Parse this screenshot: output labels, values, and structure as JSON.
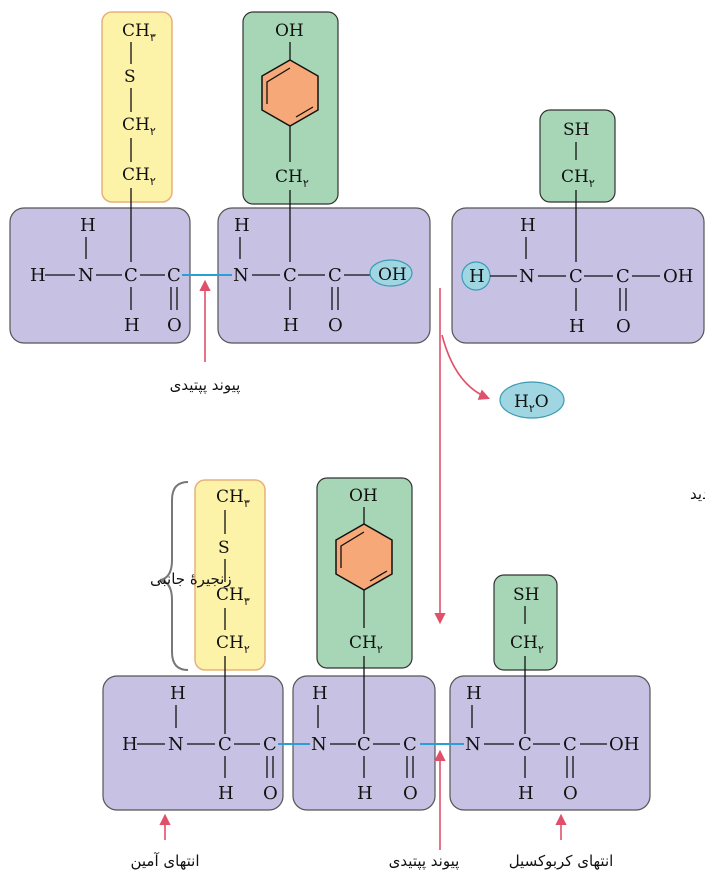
{
  "atoms": {
    "H": "H",
    "N": "N",
    "C": "C",
    "O": "O",
    "OH": "OH",
    "S": "S",
    "SH": "SH",
    "CH": "CH",
    "sub2": "۲",
    "sub3": "۳",
    "water_H": "H",
    "water_sub": "۲",
    "water_O": "O"
  },
  "labels": {
    "peptide_bond_top": "پیوند پپتیدی",
    "new_bond_formation": "تشکیل پیوند پپتیدی جدید",
    "side_chain": "زنجیرهٔ جانبی",
    "amine_end": "انتهای آمین",
    "peptide_bond_bottom": "پیوند پپتیدی",
    "carboxyl_end": "انتهای کربوکسیل"
  },
  "colors": {
    "backbone_box": "#c7c2e3",
    "methionine_box": "#fdf3a8",
    "polar_box": "#a6d6b6",
    "ring_fill": "#f6a878",
    "removed_group": "#9fd6e2",
    "peptide_bond_line": "#2a9fd6",
    "arrow_red": "#e0506a"
  }
}
